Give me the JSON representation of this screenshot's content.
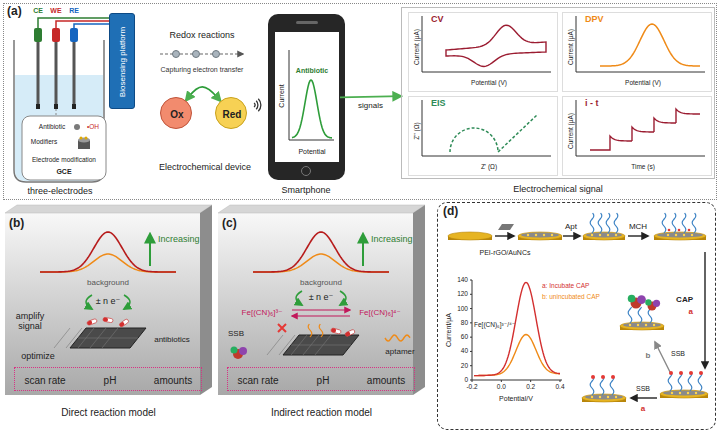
{
  "diagram": {
    "nodes": [
      {
        "text": [
          "(a)"
        ]
      },
      {
        "text": [
          "Biosensing platform"
        ],
        "in": 0
      },
      {
        "text": [
          "Ox"
        ],
        "in": 0
      },
      {
        "text": [
          "Red"
        ],
        "in": 0
      },
      {
        "text": [
          "Current",
          "Antibiotic",
          "Potential"
        ],
        "in": 0
      },
      {
        "text": [
          "Electrochemical signal"
        ],
        "in": 0
      },
      {
        "text": [
          "CV",
          "Current (μA)",
          "Potential (V)"
        ],
        "in": 5
      },
      {
        "text": [
          "DPV",
          "Current (μA)",
          "Potential (V)"
        ],
        "in": 5
      },
      {
        "text": [
          "EIS",
          "Z'' (Ω)",
          "Z' (Ω)"
        ],
        "in": 5
      },
      {
        "text": [
          "i - t",
          "Current (μA)",
          "Time (s)"
        ],
        "in": 5
      },
      {
        "text": [
          "(b)",
          "Direct reaction model"
        ]
      },
      {
        "text": [
          "scan rate",
          "pH",
          "amounts"
        ],
        "in": 10
      },
      {
        "text": [
          "(c)",
          "Indirect reaction model"
        ]
      },
      {
        "text": [
          "scan rate",
          "pH",
          "amounts"
        ],
        "in": 12
      },
      {
        "text": [
          "(d)"
        ]
      }
    ],
    "edges": [
      {
        "from": 2,
        "to": 3,
        "arrow": "both"
      },
      {
        "from": 4,
        "to": 5,
        "label": "signals",
        "arrow": "to"
      }
    ],
    "labels": [
      "CE",
      "WE",
      "RE",
      "Antibiotic",
      "•OH",
      "Modifiers",
      "Electrode modification",
      "GCE",
      "three-electrodes",
      "Redox reactions",
      "Capturing electron transfer",
      "Electrochemical device",
      "Smartphone",
      "Increasing",
      "background",
      "± n e⁻",
      "amplify signal",
      "antibiotics",
      "optimize",
      "Increasing",
      "background",
      "± n e⁻",
      "Fe[(CN)₆]³⁻",
      "Fe[(CN)₆]⁴⁻",
      "SSB",
      "aptamer",
      "PEI-rGO/AuNCs",
      "Apt",
      "MCH",
      "CAP",
      "a",
      "b",
      "SSB",
      "SSB",
      "a",
      "Fe[(CN)₆]³⁻/⁴⁻",
      "a: Incubate CAP",
      "b: unincubated CAP",
      "Current/μA",
      "Potential/V",
      "0",
      "20",
      "40",
      "60",
      "80",
      "100",
      "120",
      "140",
      "-0.2",
      "0.0",
      "0.2",
      "0.4"
    ]
  }
}
